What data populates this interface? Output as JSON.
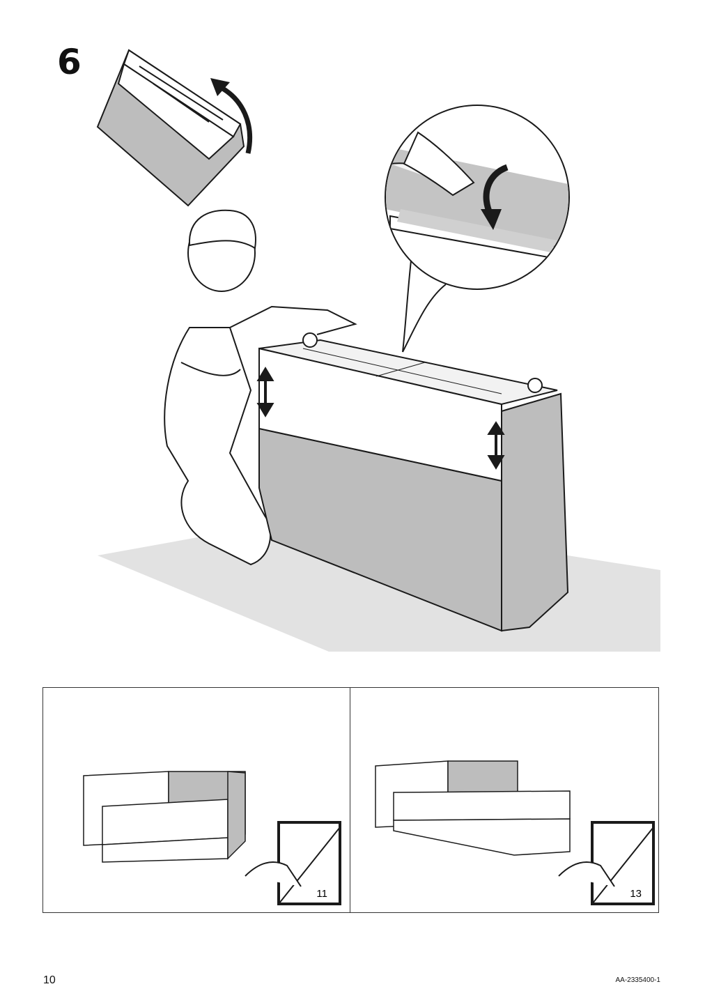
{
  "step": {
    "number": "6"
  },
  "illustration": {
    "figure_icons": [
      "rotate-arrow-icon",
      "curved-arrow-icon",
      "double-arrow-icon",
      "magnifier-callout"
    ]
  },
  "panels": [
    {
      "ref_page": "11",
      "icon": "page-turn-icon"
    },
    {
      "ref_page": "13",
      "icon": "page-turn-icon"
    }
  ],
  "footer": {
    "page_number": "10",
    "doc_code": "AA-2335400-1"
  },
  "colors": {
    "fabric": "#bdbdbd",
    "floor": "#e2e2e2",
    "line": "#1a1a1a"
  }
}
